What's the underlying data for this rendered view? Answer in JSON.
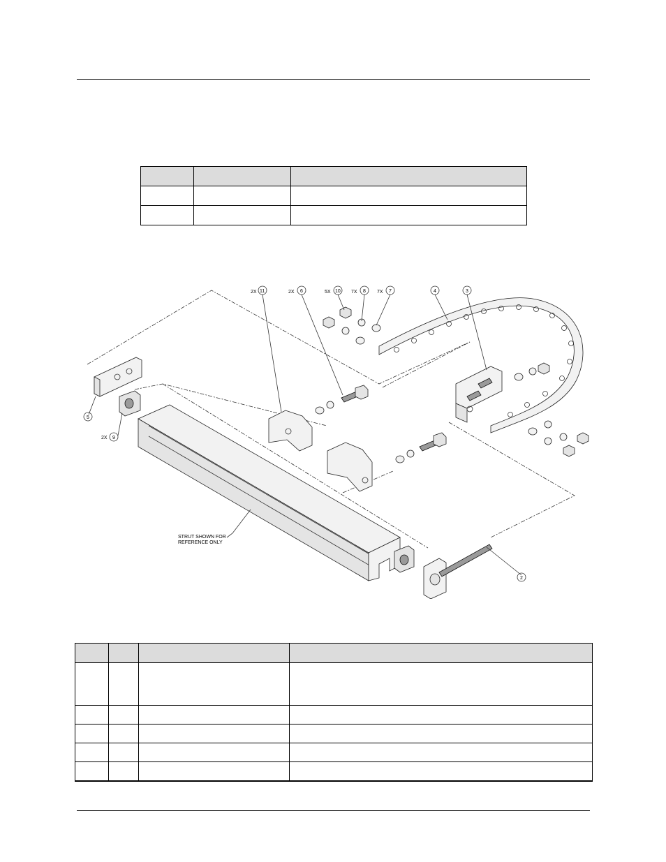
{
  "page": {
    "top_table": {
      "columns": [
        "",
        "",
        ""
      ],
      "rows": [
        [
          "",
          "",
          ""
        ],
        [
          "",
          "",
          ""
        ]
      ]
    },
    "drawing": {
      "callouts": {
        "c11": {
          "qty": "2X",
          "num": "11"
        },
        "c6": {
          "qty": "2X",
          "num": "6"
        },
        "c10": {
          "qty": "5X",
          "num": "10"
        },
        "c8": {
          "qty": "7X",
          "num": "8"
        },
        "c7": {
          "qty": "7X",
          "num": "7"
        },
        "c4": {
          "qty": "",
          "num": "4"
        },
        "c3": {
          "qty": "",
          "num": "3"
        },
        "c5": {
          "qty": "",
          "num": "5"
        },
        "c9": {
          "qty": "2X",
          "num": "9"
        },
        "c2": {
          "qty": "",
          "num": "2"
        }
      },
      "strut_note_line1": "STRUT SHOWN FOR",
      "strut_note_line2": "REFERENCE ONLY"
    },
    "bottom_table": {
      "columns": [
        "",
        "",
        "",
        ""
      ],
      "rows": [
        [
          "",
          "",
          "",
          ""
        ],
        [
          "",
          "",
          "",
          ""
        ],
        [
          "",
          "",
          "",
          ""
        ],
        [
          "",
          "",
          "",
          ""
        ],
        [
          "",
          "",
          "",
          ""
        ]
      ]
    }
  }
}
